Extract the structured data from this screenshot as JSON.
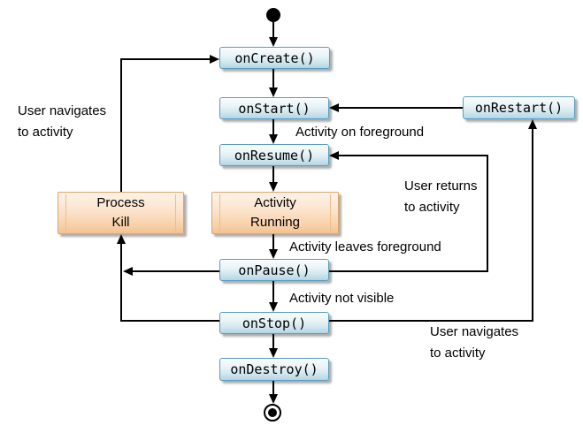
{
  "diagram_type": "android-activity-lifecycle",
  "colors": {
    "background": "#ffffff",
    "callback_box_border": "#5b9cbd",
    "callback_box_fill_top": "#f8fcfd",
    "callback_box_fill_bottom": "#b1d3e2",
    "state_box_border": "#dfa468",
    "state_box_fill_top": "#fdf3e9",
    "state_box_fill_bottom": "#f4c28f",
    "connector": "#000000",
    "text": "#000000"
  },
  "nodes": {
    "on_create": {
      "label": "onCreate()"
    },
    "on_start": {
      "label": "onStart()"
    },
    "on_resume": {
      "label": "onResume()"
    },
    "on_restart": {
      "label": "onRestart()"
    },
    "process_kill": {
      "line1": "Process",
      "line2": "Kill"
    },
    "activity_running": {
      "line1": "Activity",
      "line2": "Running"
    },
    "on_pause": {
      "label": "onPause()"
    },
    "on_stop": {
      "label": "onStop()"
    },
    "on_destroy": {
      "label": "onDestroy()"
    }
  },
  "edge_labels": {
    "user_navigates_left": {
      "line1": "User navigates",
      "line2": "to activity"
    },
    "activity_on_foreground": "Activity on foreground",
    "user_returns": {
      "line1": "User returns",
      "line2": "to activity"
    },
    "activity_leaves_foreground": "Activity leaves foreground",
    "activity_not_visible": "Activity not visible",
    "user_navigates_right": {
      "line1": "User navigates",
      "line2": "to activity"
    }
  }
}
